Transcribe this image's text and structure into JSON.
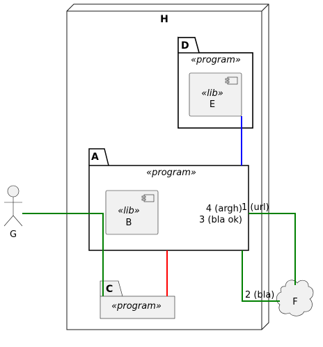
{
  "node_h": {
    "title": "H"
  },
  "package_d": {
    "title": "D",
    "stereotype": "«program»"
  },
  "component_e": {
    "stereotype": "«lib»",
    "name": "E"
  },
  "package_a": {
    "title": "A",
    "stereotype": "«program»"
  },
  "component_b": {
    "stereotype": "«lib»",
    "name": "B"
  },
  "package_c": {
    "title": "C",
    "stereotype": "«program»"
  },
  "actor_g": {
    "name": "G"
  },
  "cloud_f": {
    "name": "F"
  },
  "edge_labels": {
    "argh": "4 (argh)",
    "url": "1 (url)",
    "bla_ok": "3 (bla ok)",
    "bla": "2 (bla)"
  },
  "colors": {
    "green": "#008000",
    "blue": "#0000ff",
    "red": "#ff0000",
    "element_fill": "#f1f1f1",
    "border": "#181818"
  }
}
